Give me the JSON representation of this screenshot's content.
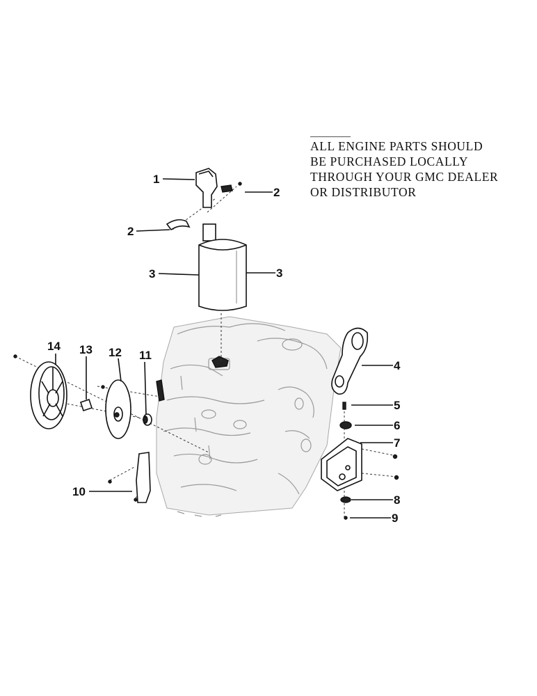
{
  "note": {
    "lines": [
      "ALL ENGINE PARTS SHOULD",
      "BE PURCHASED LOCALLY",
      "THROUGH YOUR GMC DEALER",
      "OR DISTRIBUTOR"
    ]
  },
  "callouts": {
    "c1": "1",
    "c2a": "2",
    "c2b": "2",
    "c3a": "3",
    "c3b": "3",
    "c4": "4",
    "c5": "5",
    "c6": "6",
    "c7": "7",
    "c8": "8",
    "c9": "9",
    "c10": "10",
    "c11": "11",
    "c12": "12",
    "c13": "13",
    "c14": "14"
  },
  "colors": {
    "ink": "#111111",
    "engine_ghost": "#9a9a9a",
    "paper": "#ffffff"
  }
}
